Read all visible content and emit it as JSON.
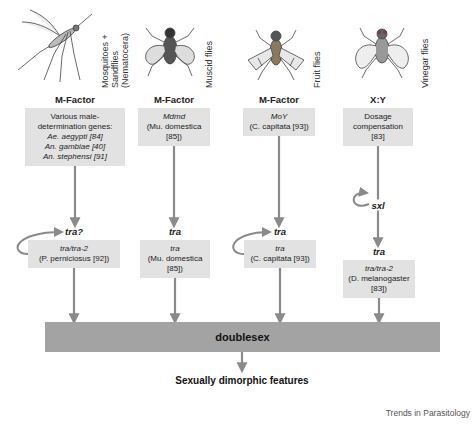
{
  "diagram": {
    "nodes": [
      {
        "text": [
          "M-Factor",
          "Various male-determination genes:",
          "Ae. aegypti [84]",
          "An. gambiae [40]",
          "An. stephensi [91]"
        ]
      },
      {
        "text": [
          "M-Factor",
          "Mdmd",
          "(Mu. domestica [85])"
        ]
      },
      {
        "text": [
          "M-Factor",
          "MoY",
          "(C. capitata [93])"
        ]
      },
      {
        "text": [
          "X:Y",
          "Dosage compensation [83]"
        ]
      },
      {
        "text": [
          "tra?",
          "tra/tra-2",
          "(P. perniciosus [92])"
        ]
      },
      {
        "text": [
          "tra",
          "tra",
          "(Mu. domestica [85])"
        ]
      },
      {
        "text": [
          "tra",
          "tra",
          "(C. capitata [93])"
        ]
      },
      {
        "text": [
          "tra",
          "tra/tra-2",
          "(D. melanogaster [83])"
        ]
      },
      {
        "text": [
          "doublesex"
        ]
      }
    ],
    "edges": [
      {
        "from": 0,
        "to": 4,
        "arrow": "to"
      },
      {
        "from": 1,
        "to": 5,
        "arrow": "to"
      },
      {
        "from": 2,
        "to": 6,
        "arrow": "to"
      },
      {
        "from": 3,
        "to": 7,
        "label": "sxl",
        "arrow": "to"
      },
      {
        "from": 4,
        "to": 8,
        "arrow": "to"
      },
      {
        "from": 5,
        "to": 8,
        "arrow": "to"
      },
      {
        "from": 6,
        "to": 8,
        "arrow": "to"
      },
      {
        "from": 7,
        "to": 8,
        "arrow": "to"
      }
    ],
    "labels": [
      "Mosquitoes + Sandflies (Nematocera)",
      "Muscid flies",
      "Fruit flies",
      "Vinegar flies",
      "Sexually dimorphic features",
      "Trends in Parasitology"
    ]
  }
}
